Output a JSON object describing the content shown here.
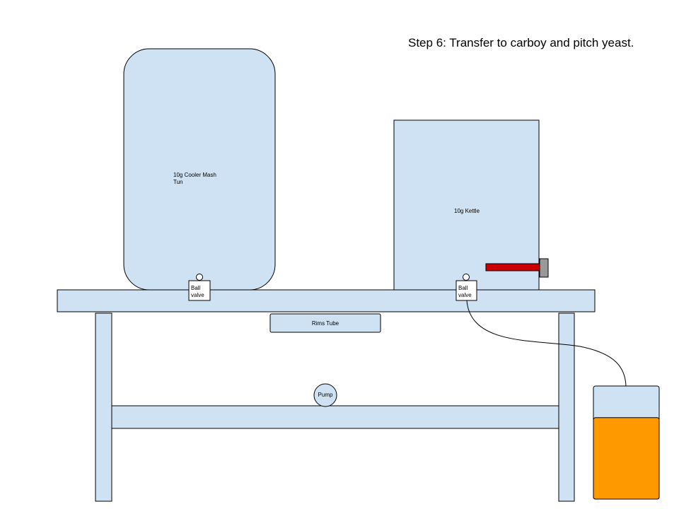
{
  "title": "Step 6: Transfer to carboy and pitch yeast.",
  "labels": {
    "mash_tun": "10g Cooler Mash Tun",
    "kettle": "10g Kettle",
    "mash_tun_valve": "Ball valve",
    "kettle_valve": "Ball valve",
    "rims_tube": "Rims Tube",
    "pump": "Pump"
  },
  "colors": {
    "equipment_fill": "#cfe2f3",
    "outline": "#000000",
    "burner_handle": "#cc0000",
    "burner_cap": "#999999",
    "wort": "#ff9900"
  },
  "carboy_fill_fraction": 0.72
}
